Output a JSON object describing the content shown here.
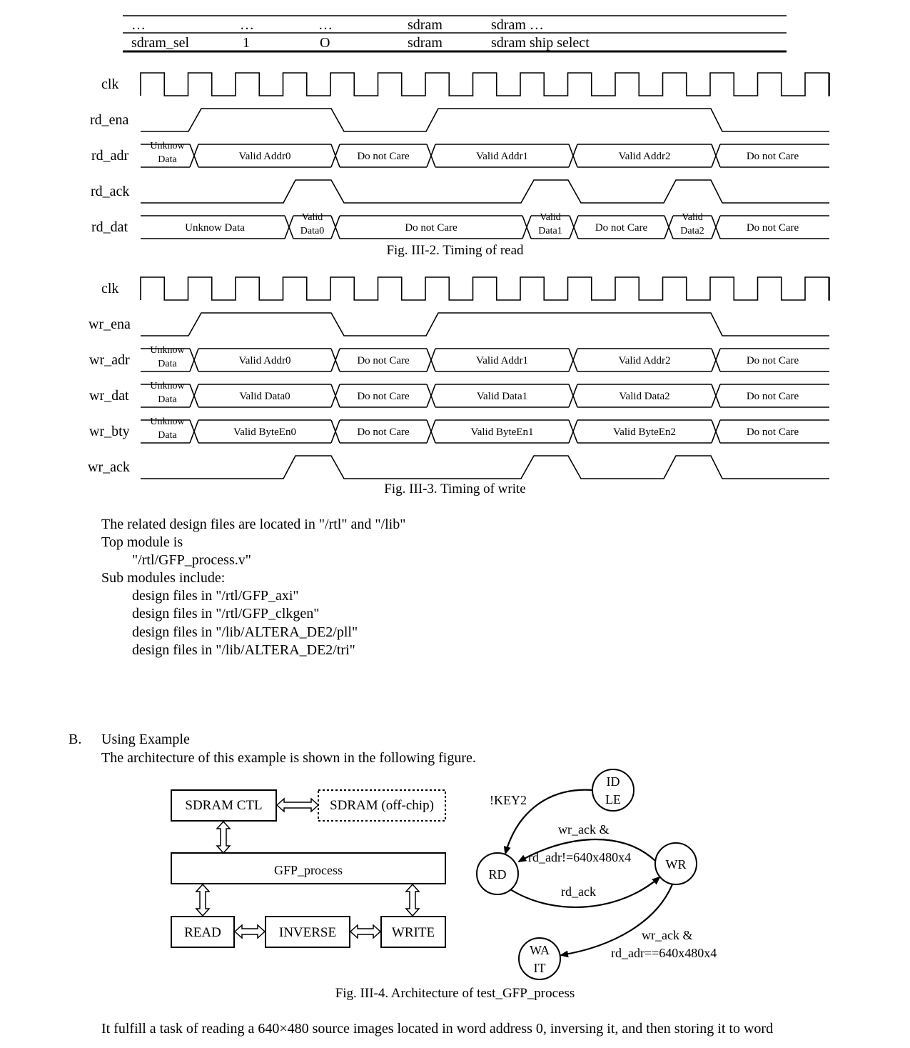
{
  "table": {
    "row1": [
      "…",
      "…",
      "…",
      "sdram",
      "sdram …"
    ],
    "row2": [
      "sdram_sel",
      "1",
      "O",
      "sdram",
      "sdram ship select"
    ]
  },
  "read_timing": {
    "signals": [
      "clk",
      "rd_ena",
      "rd_adr",
      "rd_ack",
      "rd_dat"
    ],
    "rd_adr": [
      {
        "label": [
          "Unknow",
          "Data"
        ]
      },
      {
        "label": [
          "Valid Addr0"
        ]
      },
      {
        "label": [
          "Do not Care"
        ]
      },
      {
        "label": [
          "Valid Addr1"
        ]
      },
      {
        "label": [
          "Valid Addr2"
        ]
      },
      {
        "label": [
          "Do not Care"
        ]
      }
    ],
    "rd_dat": [
      {
        "label": [
          "Unknow Data"
        ]
      },
      {
        "label": [
          "Valid",
          "Data0"
        ]
      },
      {
        "label": [
          "Do not Care"
        ]
      },
      {
        "label": [
          "Valid",
          "Data1"
        ]
      },
      {
        "label": [
          "Do not Care"
        ]
      },
      {
        "label": [
          "Valid",
          "Data2"
        ]
      },
      {
        "label": [
          "Do not Care"
        ]
      }
    ],
    "caption": "Fig. III-2. Timing of read"
  },
  "write_timing": {
    "signals": [
      "clk",
      "wr_ena",
      "wr_adr",
      "wr_dat",
      "wr_bty",
      "wr_ack"
    ],
    "wr_adr": [
      {
        "label": [
          "Unknow",
          "Data"
        ]
      },
      {
        "label": [
          "Valid Addr0"
        ]
      },
      {
        "label": [
          "Do not Care"
        ]
      },
      {
        "label": [
          "Valid Addr1"
        ]
      },
      {
        "label": [
          "Valid Addr2"
        ]
      },
      {
        "label": [
          "Do not Care"
        ]
      }
    ],
    "wr_dat": [
      {
        "label": [
          "Unknow",
          "Data"
        ]
      },
      {
        "label": [
          "Valid Data0"
        ]
      },
      {
        "label": [
          "Do not Care"
        ]
      },
      {
        "label": [
          "Valid Data1"
        ]
      },
      {
        "label": [
          "Valid Data2"
        ]
      },
      {
        "label": [
          "Do not Care"
        ]
      }
    ],
    "wr_bty": [
      {
        "label": [
          "Unknow",
          "Data"
        ]
      },
      {
        "label": [
          "Valid ByteEn0"
        ]
      },
      {
        "label": [
          "Do not Care"
        ]
      },
      {
        "label": [
          "Valid ByteEn1"
        ]
      },
      {
        "label": [
          "Valid ByteEn2"
        ]
      },
      {
        "label": [
          "Do not Care"
        ]
      }
    ],
    "caption": "Fig. III-3. Timing of write"
  },
  "files": {
    "line1": "The related design files are located in \"/rtl\" and \"/lib\"",
    "line2": "Top module is",
    "line3": "\"/rtl/GFP_process.v\"",
    "line4": "Sub modules include:",
    "line5": "design files in \"/rtl/GFP_axi\"",
    "line6": "design files in \"/rtl/GFP_clkgen\"",
    "line7": "design files in \"/lib/ALTERA_DE2/pll\"",
    "line8": "design files in \"/lib/ALTERA_DE2/tri\""
  },
  "section": {
    "marker": "B.",
    "title": "Using Example",
    "intro": "The architecture of this example is shown in the following figure."
  },
  "arch": {
    "sdram_ctl": "SDRAM CTL",
    "sdram": "SDRAM (off-chip)",
    "gfp": "GFP_process",
    "read": "READ",
    "inverse": "INVERSE",
    "write": "WRITE"
  },
  "fsm": {
    "idle": [
      "ID",
      "LE"
    ],
    "rd": "RD",
    "wr": "WR",
    "wait": [
      "WA",
      "IT"
    ],
    "key": "!KEY2",
    "wr_to_rd": [
      "wr_ack &",
      "rd_adr!=640x480x4"
    ],
    "rd_to_wr": "rd_ack",
    "wr_to_wait": [
      "wr_ack &",
      "rd_adr==640x480x4"
    ]
  },
  "caption3": "Fig. III-4. Architecture of test_GFP_process",
  "last_line": "It fulfill a task of reading a 640×480 source images located in word address 0, inversing it, and then storing it to word"
}
